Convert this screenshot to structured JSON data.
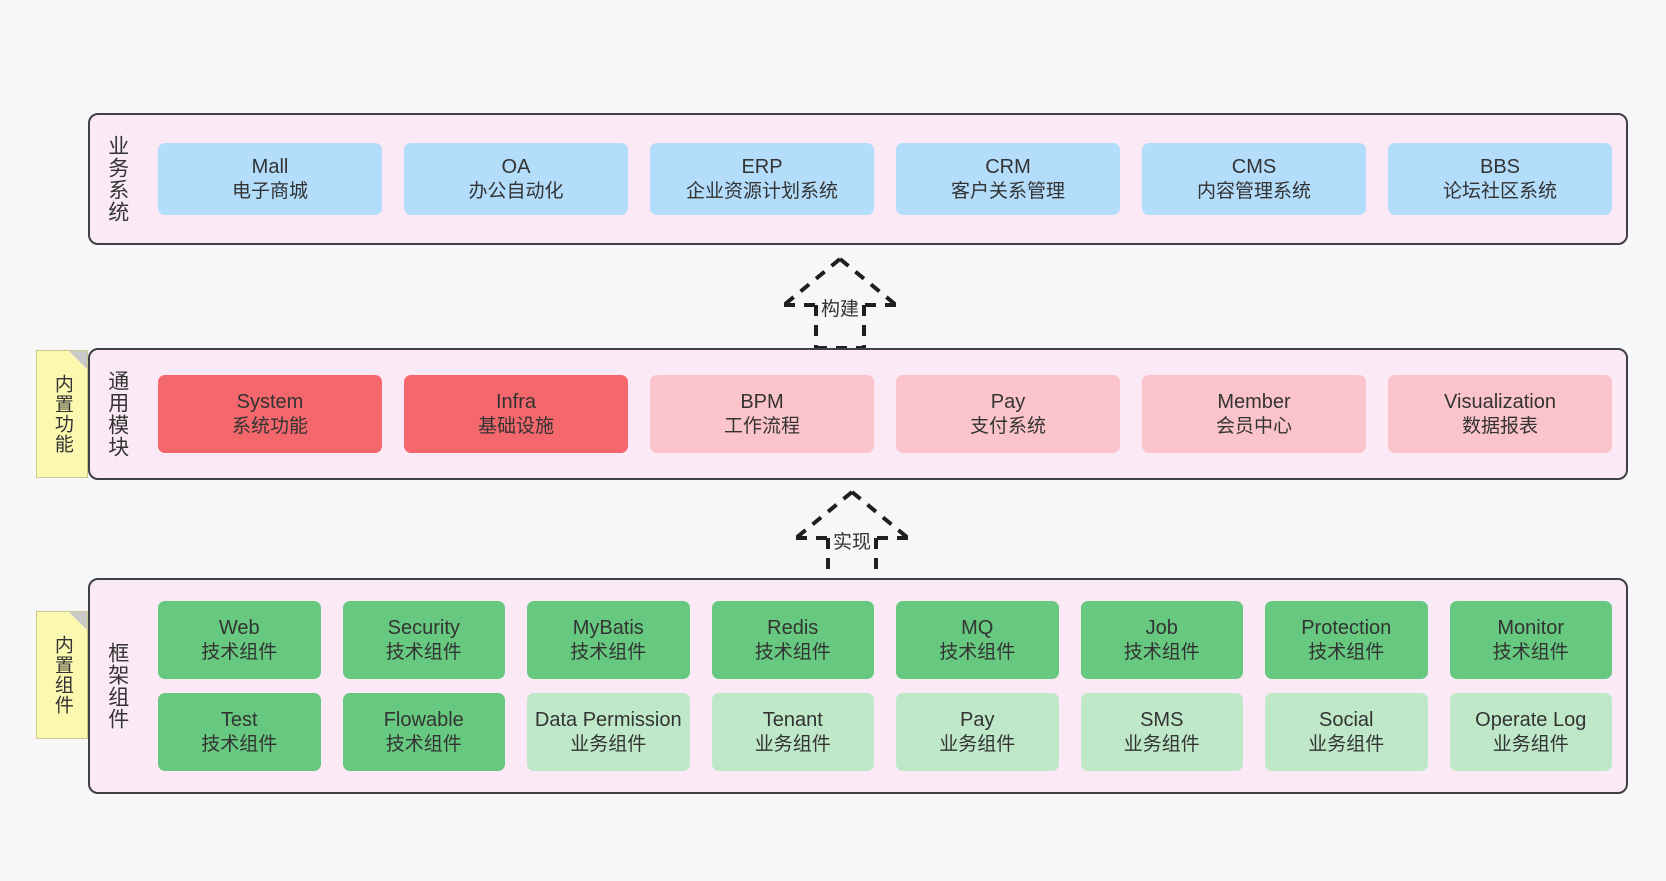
{
  "diagram": {
    "background": "#f7f7f7",
    "container_fill": "#fbeaf5",
    "container_border": "#3f3f46"
  },
  "notes": [
    {
      "name": "builtin-function",
      "text": "内置功能",
      "color": "#fbf8b0"
    },
    {
      "name": "builtin-component",
      "text": "内置组件",
      "color": "#fbf8b0"
    }
  ],
  "connectors": [
    {
      "name": "build",
      "label": "构建",
      "style": "dashed-hollow-arrow-up"
    },
    {
      "name": "implement",
      "label": "实现",
      "style": "dashed-hollow-arrow-up"
    }
  ],
  "layers": [
    {
      "id": "business",
      "title": "业务系统",
      "color": "#b3ddfb",
      "rows": [
        [
          {
            "name": "Mall",
            "desc": "电子商城"
          },
          {
            "name": "OA",
            "desc": "办公自动化"
          },
          {
            "name": "ERP",
            "desc": "企业资源计划系统"
          },
          {
            "name": "CRM",
            "desc": "客户关系管理"
          },
          {
            "name": "CMS",
            "desc": "内容管理系统"
          },
          {
            "name": "BBS",
            "desc": "论坛社区系统"
          }
        ]
      ]
    },
    {
      "id": "common",
      "title": "通用模块",
      "colors": {
        "strong": "#f4686d",
        "soft": "#fbc4ca"
      },
      "rows": [
        [
          {
            "name": "System",
            "desc": "系统功能",
            "tone": "strong"
          },
          {
            "name": "Infra",
            "desc": "基础设施",
            "tone": "strong"
          },
          {
            "name": "BPM",
            "desc": "工作流程",
            "tone": "soft"
          },
          {
            "name": "Pay",
            "desc": "支付系统",
            "tone": "soft"
          },
          {
            "name": "Member",
            "desc": "会员中心",
            "tone": "soft"
          },
          {
            "name": "Visualization",
            "desc": "数据报表",
            "tone": "soft"
          }
        ]
      ]
    },
    {
      "id": "frame",
      "title": "框架组件",
      "colors": {
        "strong": "#66c97f",
        "soft": "#bfe8c9"
      },
      "rows": [
        [
          {
            "name": "Web",
            "desc": "技术组件",
            "tone": "strong"
          },
          {
            "name": "Security",
            "desc": "技术组件",
            "tone": "strong"
          },
          {
            "name": "MyBatis",
            "desc": "技术组件",
            "tone": "strong"
          },
          {
            "name": "Redis",
            "desc": "技术组件",
            "tone": "strong"
          },
          {
            "name": "MQ",
            "desc": "技术组件",
            "tone": "strong"
          },
          {
            "name": "Job",
            "desc": "技术组件",
            "tone": "strong"
          },
          {
            "name": "Protection",
            "desc": "技术组件",
            "tone": "strong"
          },
          {
            "name": "Monitor",
            "desc": "技术组件",
            "tone": "strong"
          }
        ],
        [
          {
            "name": "Test",
            "desc": "技术组件",
            "tone": "strong"
          },
          {
            "name": "Flowable",
            "desc": "技术组件",
            "tone": "strong"
          },
          {
            "name": "Data Permission",
            "desc": "业务组件",
            "tone": "soft"
          },
          {
            "name": "Tenant",
            "desc": "业务组件",
            "tone": "soft"
          },
          {
            "name": "Pay",
            "desc": "业务组件",
            "tone": "soft"
          },
          {
            "name": "SMS",
            "desc": "业务组件",
            "tone": "soft"
          },
          {
            "name": "Social",
            "desc": "业务组件",
            "tone": "soft"
          },
          {
            "name": "Operate Log",
            "desc": "业务组件",
            "tone": "soft"
          }
        ]
      ]
    }
  ]
}
